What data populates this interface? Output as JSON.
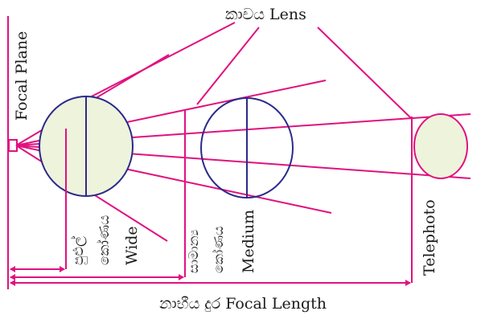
{
  "labels": {
    "lens": "කාචය Lens",
    "focal_plane": "Focal Plane",
    "wide_si_line1": "පුළුල්",
    "wide_si_line2": "කෝණය",
    "wide_en": "Wide",
    "medium_si_line1": "සාමාන්‍ය",
    "medium_si_line2": "කෝණය",
    "medium_en": "Medium",
    "telephoto": "Telephoto",
    "focal_length": "නාභීය දුර Focal Length"
  },
  "colors": {
    "ray": "#e0117f",
    "lens_outline": "#2a2a8a",
    "lens_fill": "#eef3dc",
    "text": "#1a1a1a"
  }
}
